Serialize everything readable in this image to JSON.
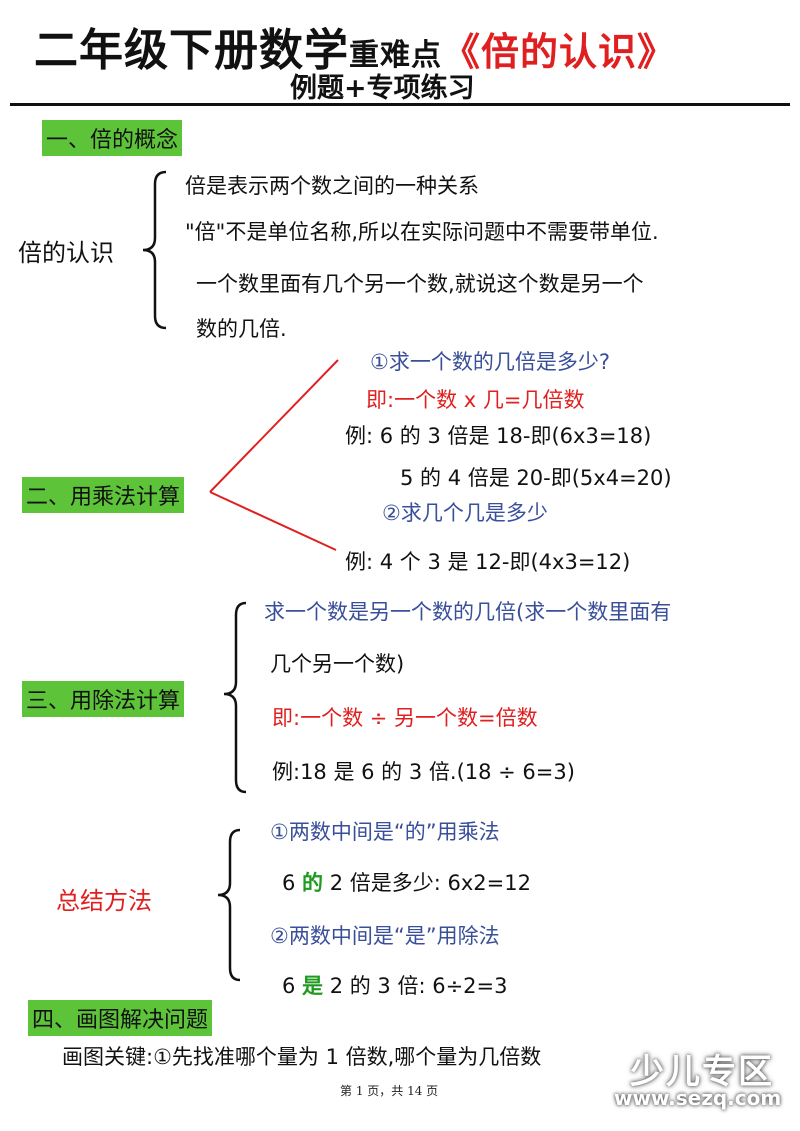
{
  "header": {
    "title_main": "二年级下册数学",
    "title_mid": "重难点",
    "title_topic": "《倍的认识》",
    "subtitle": "例题+专项练习"
  },
  "section1": {
    "heading": "一、倍的概念",
    "label": "倍的认识",
    "lines": [
      "倍是表示两个数之间的一种关系",
      "\"倍\"不是单位名称,所以在实际问题中不需要带单位.",
      "一个数里面有几个另一个数,就说这个数是另一个",
      "数的几倍."
    ]
  },
  "section2": {
    "heading": "二、用乘法计算",
    "q1": "①求一个数的几倍是多少?",
    "rule1": "即:一个数 x 几=几倍数",
    "ex1": "例:  6 的 3 倍是 18-即(6x3=18)",
    "ex2": "5 的 4 倍是 20-即(5x4=20)",
    "q2": "②求几个几是多少",
    "ex3": "例:  4 个 3 是 12-即(4x3=12)"
  },
  "section3": {
    "heading": "三、用除法计算",
    "line1": "求一个数是另一个数的几倍(求一个数里面有",
    "line2": "几个另一个数)",
    "rule": "即:一个数 ÷ 另一个数=倍数",
    "example": "例:18 是 6 的 3 倍.(18 ÷ 6=3)"
  },
  "summary": {
    "label": "总结方法",
    "m1": "①两数中间是“的”用乘法",
    "e1_pre": "6 ",
    "e1_key": "的",
    "e1_post": " 2 倍是多少:  6x2=12",
    "m2": "②两数中间是“是”用除法",
    "e2_pre": "6 ",
    "e2_key": "是",
    "e2_post": " 2 的 3 倍:  6÷2=3"
  },
  "section4": {
    "heading": "四、画图解决问题",
    "line1": "画图关键:①先找准哪个量为 1 倍数,哪个量为几倍数"
  },
  "footer": {
    "page": "第 1 页，共 14 页"
  },
  "watermark": {
    "brand": "少儿专区",
    "url": "www.sezq.com"
  },
  "colors": {
    "highlight": "#5dc43a",
    "red": "#e02020",
    "blue": "#3a4f9a",
    "green": "#1f9a1f"
  }
}
